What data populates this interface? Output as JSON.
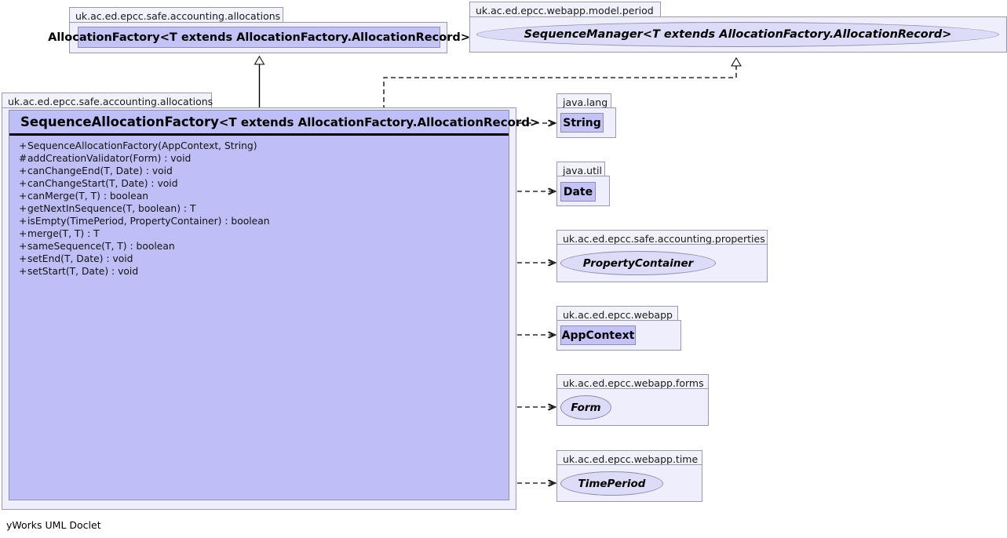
{
  "footer": {
    "label": "yWorks UML Doclet"
  },
  "packages": {
    "top_left": {
      "label": "uk.ac.ed.epcc.safe.accounting.allocations"
    },
    "top_right": {
      "label": "uk.ac.ed.epcc.webapp.model.period"
    },
    "main": {
      "label": "uk.ac.ed.epcc.safe.accounting.allocations"
    },
    "java_lang": {
      "label": "java.lang"
    },
    "java_util": {
      "label": "java.util"
    },
    "properties": {
      "label": "uk.ac.ed.epcc.safe.accounting.properties"
    },
    "webapp": {
      "label": "uk.ac.ed.epcc.webapp"
    },
    "forms": {
      "label": "uk.ac.ed.epcc.webapp.forms"
    },
    "time": {
      "label": "uk.ac.ed.epcc.webapp.time"
    }
  },
  "nodes": {
    "allocation_factory": {
      "name": "AllocationFactory",
      "type_params": "<T extends AllocationFactory.AllocationRecord>",
      "kind": "class"
    },
    "sequence_manager": {
      "name": "SequenceManager",
      "type_params": "<T extends AllocationFactory.AllocationRecord>",
      "full": "SequenceManager<T extends AllocationFactory.AllocationRecord>",
      "kind": "interface"
    },
    "string": {
      "name": "String",
      "kind": "class"
    },
    "date": {
      "name": "Date",
      "kind": "class"
    },
    "property_container": {
      "name": "PropertyContainer",
      "kind": "interface"
    },
    "app_context": {
      "name": "AppContext",
      "kind": "class"
    },
    "form": {
      "name": "Form",
      "kind": "interface"
    },
    "time_period": {
      "name": "TimePeriod",
      "kind": "interface"
    }
  },
  "main_class": {
    "name": "SequenceAllocationFactory",
    "type_params": "<T extends AllocationFactory.AllocationRecord>",
    "members": [
      {
        "visibility": "+",
        "signature": "SequenceAllocationFactory(AppContext, String)"
      },
      {
        "visibility": "#",
        "signature": "addCreationValidator(Form) : void"
      },
      {
        "visibility": "+",
        "signature": "canChangeEnd(T, Date) : void"
      },
      {
        "visibility": "+",
        "signature": "canChangeStart(T, Date) : void"
      },
      {
        "visibility": "+",
        "signature": "canMerge(T, T) : boolean"
      },
      {
        "visibility": "+",
        "signature": "getNextInSequence(T, boolean) : T"
      },
      {
        "visibility": "+",
        "signature": "isEmpty(TimePeriod, PropertyContainer) : boolean"
      },
      {
        "visibility": "+",
        "signature": "merge(T, T) : T"
      },
      {
        "visibility": "+",
        "signature": "sameSequence(T, T) : boolean"
      },
      {
        "visibility": "+",
        "signature": "setEnd(T, Date) : void"
      },
      {
        "visibility": "+",
        "signature": "setStart(T, Date) : void"
      }
    ]
  },
  "colors": {
    "class_fill": "#c3c3f7",
    "main_class_fill": "#bfbff8",
    "interface_fill": "#dcdcf8",
    "package_fill": "#eeeefc",
    "package_tab_fill": "#f2f2fd",
    "border": "#8e8eab",
    "edge": "#000000"
  },
  "edges": [
    {
      "from": "main_class",
      "to": "allocation_factory",
      "kind": "generalization",
      "style": "solid",
      "arrow": "hollow-triangle"
    },
    {
      "from": "main_class",
      "to": "sequence_manager",
      "kind": "realization",
      "style": "dashed",
      "arrow": "hollow-triangle"
    },
    {
      "from": "main_class",
      "to": "string",
      "kind": "dependency",
      "style": "dashed",
      "arrow": "open"
    },
    {
      "from": "main_class",
      "to": "date",
      "kind": "dependency",
      "style": "dashed",
      "arrow": "open"
    },
    {
      "from": "main_class",
      "to": "property_container",
      "kind": "dependency",
      "style": "dashed",
      "arrow": "open"
    },
    {
      "from": "main_class",
      "to": "app_context",
      "kind": "dependency",
      "style": "dashed",
      "arrow": "open"
    },
    {
      "from": "main_class",
      "to": "form",
      "kind": "dependency",
      "style": "dashed",
      "arrow": "open"
    },
    {
      "from": "main_class",
      "to": "time_period",
      "kind": "dependency",
      "style": "dashed",
      "arrow": "open"
    }
  ]
}
